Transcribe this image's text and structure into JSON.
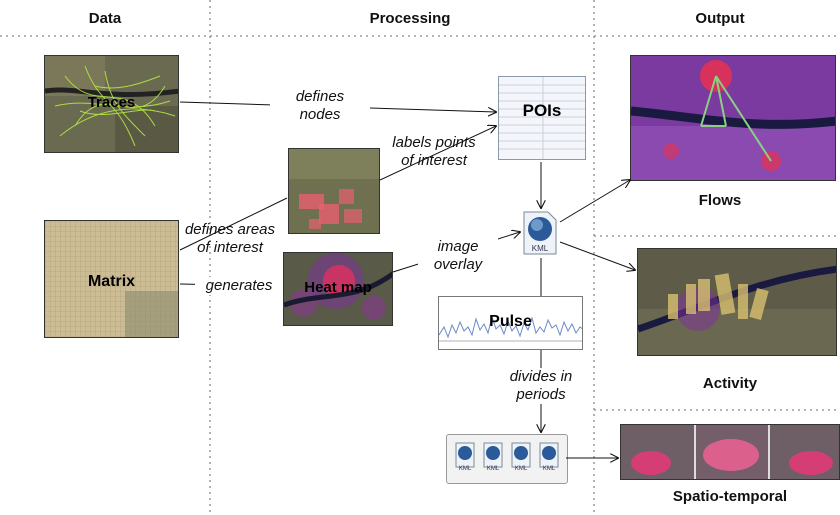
{
  "columns": {
    "data": "Data",
    "processing": "Processing",
    "output": "Output"
  },
  "nodes": {
    "traces": "Traces",
    "matrix": "Matrix",
    "pois": "POIs",
    "heat_map": "Heat map",
    "pulse": "Pulse",
    "kml": "KML"
  },
  "edges": {
    "defines_nodes": [
      "defines",
      "nodes"
    ],
    "labels_points": [
      "labels points",
      "of interest"
    ],
    "defines_areas": [
      "defines areas",
      "of interest"
    ],
    "generates": "generates",
    "image_overlay": [
      "image",
      "overlay"
    ],
    "divides_periods": [
      "divides in",
      "periods"
    ]
  },
  "outputs": {
    "flows": "Flows",
    "activity": "Activity",
    "spatio_temporal": "Spatio-temporal"
  },
  "kml_bundle": [
    "KML",
    "KML",
    "KML",
    "KML"
  ],
  "colors": {
    "map_dark": "#4a4a3a",
    "heat": "#e83060",
    "traces": "#b8f040",
    "arrow": "#111111"
  }
}
